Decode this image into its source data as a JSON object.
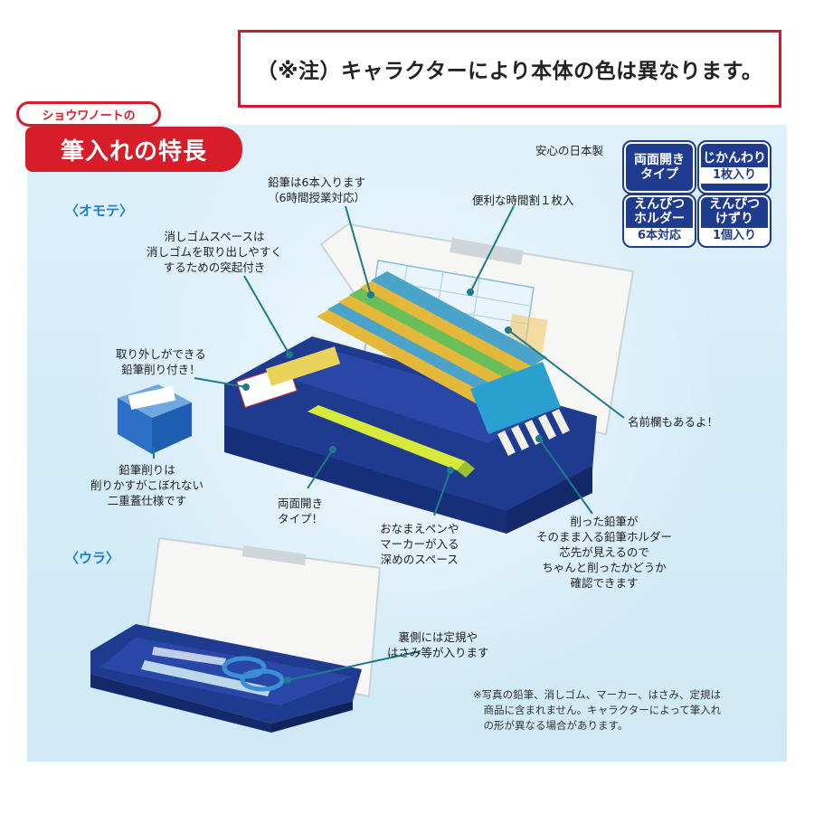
{
  "notice": "（※注）キャラクターにより本体の色は異なります。",
  "header": {
    "brand": "ショウワノートの",
    "title": "筆入れの特長"
  },
  "made_in": "安心の日本製",
  "badges": [
    {
      "main": "両面開き\nタイプ",
      "sub": ""
    },
    {
      "main": "じかんわり",
      "sub": "1枚入り"
    },
    {
      "main": "えんぴつ\nホルダー",
      "sub": "6本対応"
    },
    {
      "main": "えんぴつ\nけずり",
      "sub": "1個入り"
    }
  ],
  "sections": {
    "front": "〈オモテ〉",
    "back": "〈ウラ〉"
  },
  "labels": {
    "pencils": [
      "鉛筆は6本入ります",
      "（6時間授業対応）"
    ],
    "timetable": "便利な時間割１枚入",
    "eraser": [
      "消しゴムスペースは",
      "消しゴムを取り出しやすく",
      "するための突起付き"
    ],
    "sharpener": [
      "取り外しができる",
      "鉛筆削り付き！"
    ],
    "name_field": "名前欄もあるよ！",
    "sharpener_lid": [
      "鉛筆削りは",
      "削りかすがこぼれない",
      "二重蓋仕様です"
    ],
    "double_open": [
      "両面開き",
      "タイプ！"
    ],
    "pen_space": [
      "おなまえペンや",
      "マーカーが入る",
      "深めのスペース"
    ],
    "holder": [
      "削った鉛筆が",
      "そのまま入る鉛筆ホルダー",
      "芯先が見えるので",
      "ちゃんと削ったかどうか",
      "確認できます"
    ],
    "back_side": [
      "裏側には定規や",
      "はさみ等が入ります"
    ]
  },
  "footnote": [
    "※写真の鉛筆、消しゴム、マーカー、はさみ、定規は",
    "　商品に含まれません。キャラクターによって筆入れ",
    "　の形が異なる場合があります。"
  ],
  "colors": {
    "accent_red": "#d71d2a",
    "case_blue": "#1f3b8f",
    "label_blue": "#1a7fc4",
    "panel_bg": "#d3ecf8"
  },
  "icons": [
    "pencil-case-front",
    "pencil-case-back",
    "sharpener",
    "pencils",
    "scissors",
    "ruler",
    "marker"
  ]
}
